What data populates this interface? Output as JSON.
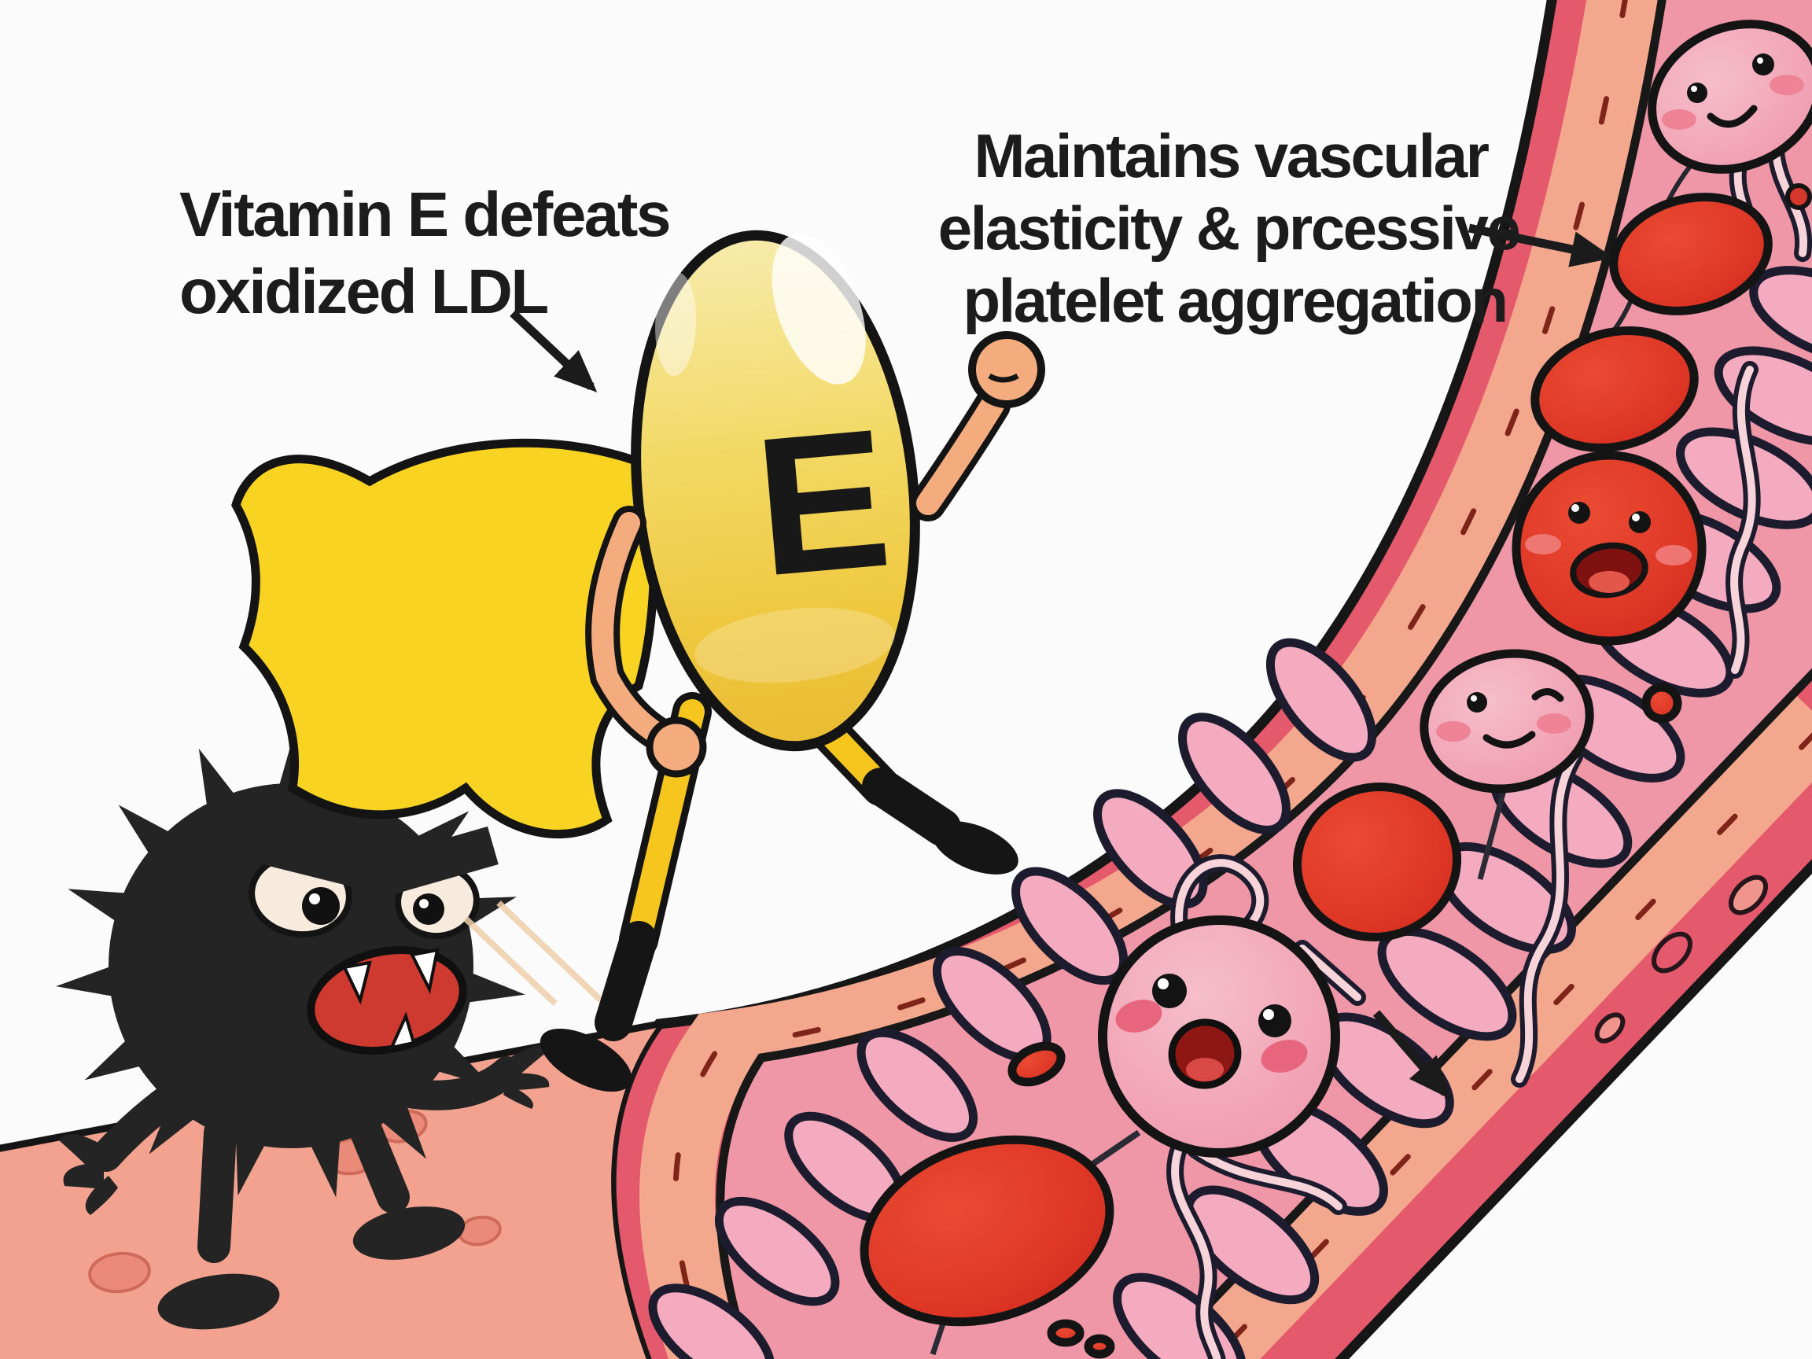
{
  "annotations": {
    "left": {
      "line1": "Vitamin E defeats",
      "line2": "oxidized LDL"
    },
    "right": {
      "line1": "Maintains vascular",
      "line2": "elasticity & prcessive",
      "line3": "platelet aggregation"
    }
  },
  "capsule": {
    "letter": "E",
    "label": "vitamin-e-capsule-hero",
    "body_color": "#EFC83F",
    "body_light_color": "#F7EBAC",
    "cape_color": "#F8D322",
    "skin_color": "#F4AC7E",
    "boot_color": "#151515"
  },
  "monster": {
    "label": "oxidized-ldl-monster",
    "body_color": "#242424",
    "eye_color": "#F6EBDC",
    "mouth_color": "#CE3A2F",
    "fang_color": "#FFFFFF"
  },
  "vessel": {
    "outer_wall_color": "#E4596B",
    "intima_color": "#F3A78D",
    "media_ring_color": "#F5ABBF",
    "lumen_color": "#EF97A6",
    "rbc_color": "#DD3A28",
    "platelet_color": "#F2A6B9",
    "tissue_color": "#F2A28F",
    "tissue_spot_color": "#E98B78"
  }
}
